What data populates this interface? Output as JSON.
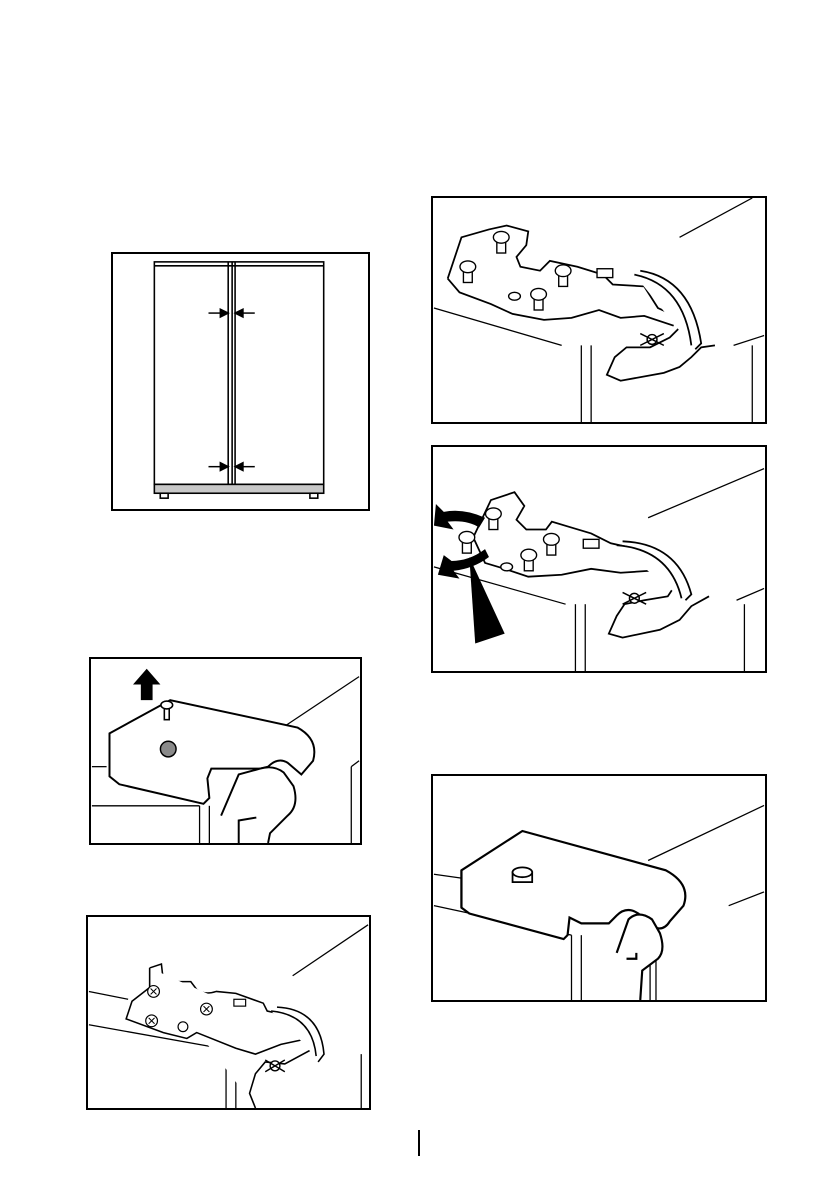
{
  "page": {
    "number": "",
    "colors": {
      "ink": "#000000",
      "paper": "#ffffff",
      "shade": "#c8c8c8",
      "plug": "#8a8a8a"
    }
  },
  "figures": [
    {
      "id": "doors-gap",
      "icon": "side-by-side-fridge-doors-gap-icon"
    },
    {
      "id": "cover-removal",
      "icon": "hinge-cover-removal-arrow-icon"
    },
    {
      "id": "left-hinge-bracket",
      "icon": "hinge-bracket-screws-icon"
    },
    {
      "id": "right-hinge-bracket",
      "icon": "hinge-bracket-screws-icon"
    },
    {
      "id": "hinge-adjustment",
      "icon": "rotate-screw-arrows-icon"
    },
    {
      "id": "cover-refit",
      "icon": "hinge-cover-icon"
    }
  ]
}
